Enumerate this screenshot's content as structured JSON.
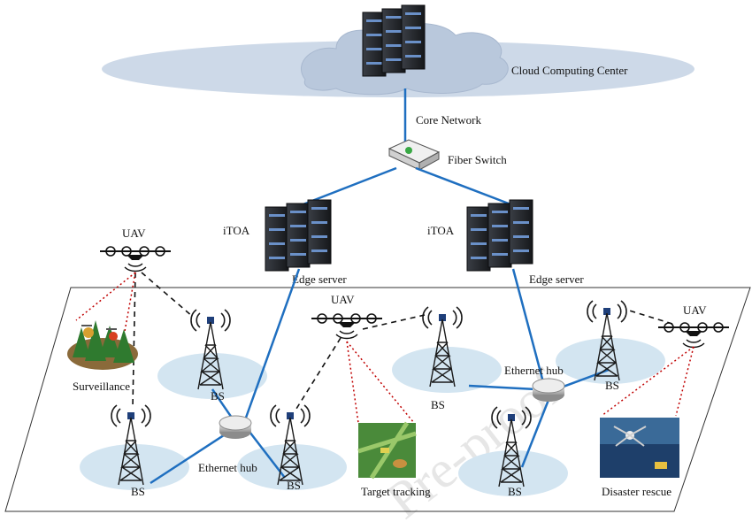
{
  "labels": {
    "cloud": "Cloud Computing Center",
    "core_network": "Core Network",
    "fiber_switch": "Fiber Switch",
    "itoa_left": "iTOA",
    "itoa_right": "iTOA",
    "edge_left": "Edge server",
    "edge_right": "Edge server",
    "uav_left": "UAV",
    "uav_center": "UAV",
    "uav_right": "UAV",
    "surveillance": "Surveillance",
    "target_tracking": "Target tracking",
    "disaster_rescue": "Disaster rescue",
    "hub_left": "Ethernet hub",
    "hub_right": "Ethernet hub",
    "bs_1": "BS",
    "bs_2": "BS",
    "bs_3": "BS",
    "bs_4": "BS",
    "bs_5": "BS",
    "bs_6": "BS"
  },
  "watermark": "Pre-proof",
  "colors": {
    "link_blue": "#1f6fc0",
    "dashed_black": "#111111",
    "dotted_red": "#c00000",
    "cloud_fill": "#c6d4e6",
    "ellipse_fill": "#cfe2ef",
    "server_dark": "#24272c"
  }
}
